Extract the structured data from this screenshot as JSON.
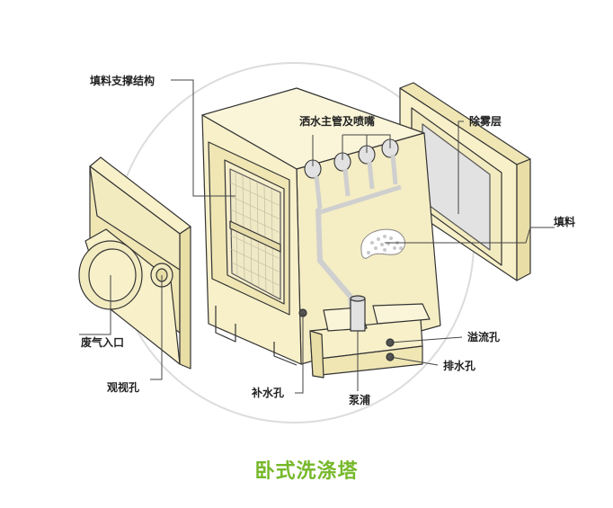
{
  "diagram": {
    "caption": "卧式洗涤塔",
    "labels": {
      "packing_support": "填料支撑结构",
      "spray_pipe": "洒水主管及喷嘴",
      "demister": "除雾层",
      "packing": "填料",
      "overflow_hole": "溢流孔",
      "drain_hole": "排水孔",
      "pump": "泵浦",
      "makeup_hole": "补水孔",
      "gas_inlet": "废气入口",
      "view_port": "观视孔"
    }
  },
  "colors": {
    "body_fill": "#f7f0c9",
    "body_shade": "#efe6b4",
    "outline": "#333333",
    "leader_line": "#444444",
    "background_circle": "#d9d9d9",
    "caption": "#76b82a"
  }
}
